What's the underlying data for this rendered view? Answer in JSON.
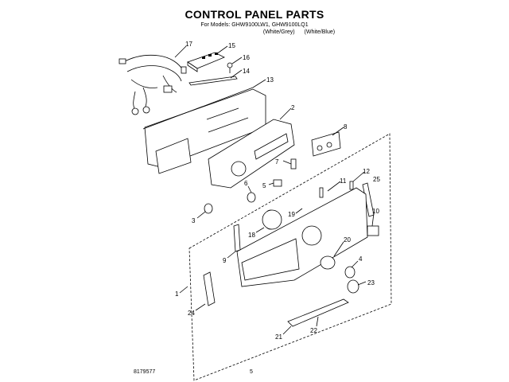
{
  "title": "CONTROL PANEL PARTS",
  "models_line": "For Models: GHW9100LW1, GHW9100LQ1",
  "variants": [
    "(White/Grey)",
    "(White/Blue)"
  ],
  "footer": {
    "doc_number": "8179577",
    "page_number": "5"
  },
  "callouts": [
    "17",
    "15",
    "16",
    "14",
    "13",
    "2",
    "8",
    "7",
    "5",
    "11",
    "12",
    "25",
    "6",
    "3",
    "19",
    "10",
    "18",
    "9",
    "20",
    "4",
    "1",
    "23",
    "24",
    "21",
    "22"
  ]
}
